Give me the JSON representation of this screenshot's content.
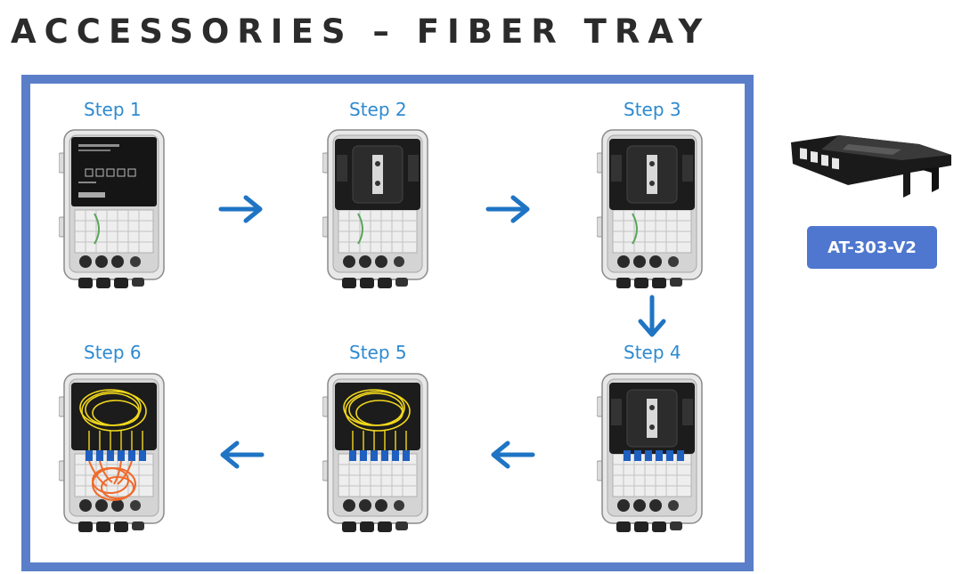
{
  "title": "ACCESSORIES – FIBER TRAY",
  "steps": [
    {
      "label": "Step 1",
      "stage": "cover-closed"
    },
    {
      "label": "Step 2",
      "stage": "tray-open"
    },
    {
      "label": "Step 3",
      "stage": "tray-open"
    },
    {
      "label": "Step 4",
      "stage": "adapters-installed"
    },
    {
      "label": "Step 5",
      "stage": "fiber-coiled"
    },
    {
      "label": "Step 6",
      "stage": "fiber-and-pigtails"
    }
  ],
  "product": {
    "code": "AT-303-V2"
  },
  "colors": {
    "frame": "#5b7ec9",
    "step_label": "#2e8ad0",
    "arrow": "#1f74c4",
    "button": "#4f77cf",
    "fiber_yellow": "#f2d81c",
    "fiber_orange": "#ef6a2a",
    "adapter_blue": "#1f5fbf"
  },
  "icons": {
    "arrow": "arrow-icon",
    "enclosure": "enclosure-icon"
  }
}
